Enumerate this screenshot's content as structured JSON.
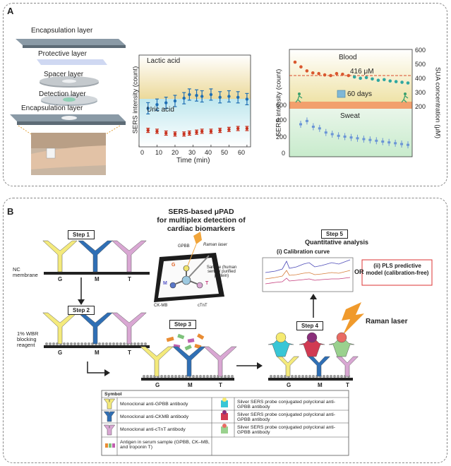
{
  "panelA": {
    "label": "A",
    "layers": [
      "Encapsulation layer",
      "Protective layer",
      "Spacer layer",
      "Detection layer",
      "Encapsulation layer"
    ],
    "chart1": {
      "ylabel": "SERS intensity (count)",
      "xlabel": "Time (min)",
      "xticks": [
        "0",
        "10",
        "20",
        "30",
        "40",
        "50",
        "60"
      ],
      "series_labels": [
        "Lactic acid",
        "Uric acid"
      ]
    },
    "chart2": {
      "ylabel_left": "SERS intensity (count)",
      "ylabel_right": "SUA concentration (μM)",
      "yticks_left": [
        "0",
        "200",
        "400",
        "600"
      ],
      "yticks_right": [
        "200",
        "300",
        "400",
        "500",
        "600"
      ],
      "region_top": "Blood",
      "region_bottom": "Sweat",
      "threshold": "416 μM",
      "duration": "60 days"
    }
  },
  "panelB": {
    "label": "B",
    "title": "SERS-based μPAD for multiplex detection of cardiac biomarkers",
    "title_lines": [
      "SERS-based μPAD",
      "for multiplex detection of",
      "cardiac biomarkers"
    ],
    "steps": [
      "Step 1",
      "Step 2",
      "Step 3",
      "Step 4",
      "Step 5"
    ],
    "antibody_letters": [
      "G",
      "M",
      "T"
    ],
    "nc_membrane": "NC membrane",
    "wbr": "1% WBR blocking reagent",
    "device": {
      "gpbb": "GPBB",
      "ckmb": "CK-MB",
      "ctnt": "cTnT",
      "raman": "Raman laser",
      "sample": "Sample (human serum/ purified protein)",
      "letters": [
        "G",
        "M",
        "T"
      ]
    },
    "quant": {
      "title": "Quantitative analysis",
      "cal": "(i) Calibration curve",
      "or": "OR",
      "pls": "(ii) PLS predictive model (calibration-free)"
    },
    "raman_laser": "Raman laser",
    "symbol": {
      "header": "Symbol",
      "left": [
        "Monoclonal anti-GPBB antibody",
        "Monoclonal anti-CKMB antibody",
        "Monoclonal anti-cTnT antibody",
        "Antigen in serum sample (GPBB, CK–MB, and troponin T)"
      ],
      "right": [
        "Silver SERS probe conjugated polyclonal anti-GPBB antibody",
        "Silver SERS probe conjugated polyclonal anti-GPBB antibody",
        "Silver SERS probe conjugated polyclonal anti-GPBB antibody"
      ]
    }
  },
  "chart_data": [
    {
      "type": "scatter",
      "title": "",
      "xlabel": "Time (min)",
      "ylabel": "SERS intensity (count)",
      "xlim": [
        0,
        62
      ],
      "series": [
        {
          "name": "Lactic acid",
          "x": [
            5,
            10,
            15,
            20,
            25,
            28,
            32,
            35,
            40,
            45,
            50,
            55,
            60
          ],
          "y": [
            0.42,
            0.46,
            0.48,
            0.5,
            0.53,
            0.57,
            0.56,
            0.55,
            0.57,
            0.54,
            0.55,
            0.54,
            0.52
          ]
        },
        {
          "name": "Uric acid",
          "x": [
            5,
            10,
            15,
            20,
            25,
            28,
            32,
            35,
            40,
            45,
            50,
            55,
            60
          ],
          "y": [
            0.18,
            0.17,
            0.15,
            0.14,
            0.14,
            0.15,
            0.16,
            0.17,
            0.17,
            0.18,
            0.19,
            0.2,
            0.2
          ]
        }
      ]
    },
    {
      "type": "scatter",
      "title": "",
      "ylabel": "SERS intensity (count)",
      "ylabel_right": "SUA concentration (μM)",
      "series": [
        {
          "name": "Blood",
          "y_right": [
            505,
            470,
            440,
            425,
            420,
            410,
            405,
            420,
            415,
            405,
            395,
            385,
            390,
            380,
            370,
            375,
            365,
            360,
            355,
            350
          ]
        },
        {
          "name": "Sweat",
          "y_left": [
            360,
            400,
            330,
            310,
            260,
            240,
            220,
            210,
            200,
            190,
            180,
            170,
            160,
            150,
            140,
            130,
            120,
            110
          ]
        }
      ],
      "threshold_right": 416
    }
  ],
  "colors": {
    "yellow": "#f4ea7c",
    "blue": "#2f6fb5",
    "pink": "#d9a7d3",
    "orange_band": "#f2a06d",
    "chart_blue": "#1f6fb4",
    "chart_red": "#c8321e"
  }
}
